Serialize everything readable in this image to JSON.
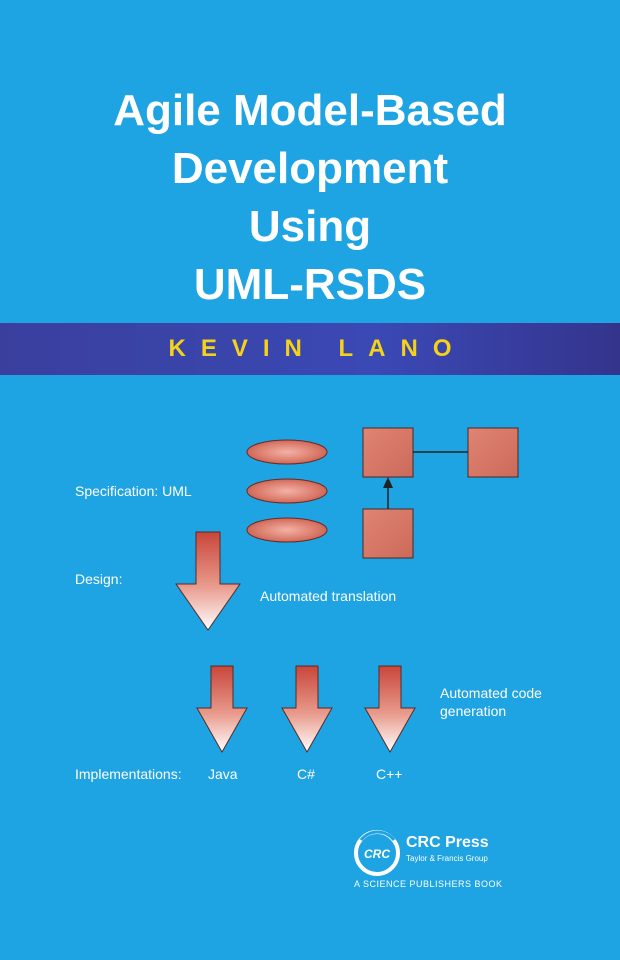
{
  "title_lines": [
    "Agile Model-Based",
    "Development",
    "Using",
    "UML-RSDS"
  ],
  "author": "KEVIN LANO",
  "diagram": {
    "specification_label": "Specification: UML",
    "design_label": "Design:",
    "translation_label": "Automated translation",
    "codegen_label": "Automated code generation",
    "implementations_label": "Implementations:",
    "languages": [
      "Java",
      "C#",
      "C++"
    ]
  },
  "publisher": {
    "logo_text": "CRC",
    "name": "CRC Press",
    "group": "Taylor & Francis Group",
    "imprint": "A SCIENCE PUBLISHERS BOOK"
  },
  "colors": {
    "background": "#1ea3e3",
    "author_band": "#3a44a8",
    "author_text": "#f5d21a",
    "shape_fill": "#d9796a"
  }
}
